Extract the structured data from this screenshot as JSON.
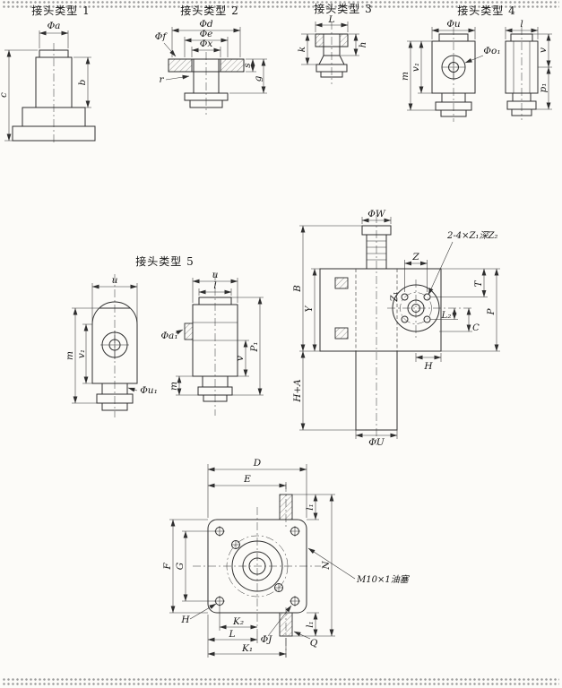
{
  "joint1": {
    "title": "接头类型 1",
    "dim_phi_a": "Φa",
    "dim_b": "b",
    "dim_c": "c"
  },
  "joint2": {
    "title": "接头类型 2",
    "dim_phi_d": "Φd",
    "dim_phi_e": "Φe",
    "dim_phi_x": "Φx",
    "dim_phi_f": "Φf",
    "dim_r": "r",
    "dim_s": "s",
    "dim_g": "g"
  },
  "joint3": {
    "title": "接头类型 3",
    "dim_l": "L",
    "dim_h": "h",
    "dim_k": "k"
  },
  "joint4": {
    "title": "接头类型 4",
    "dim_phi_u": "Φu",
    "dim_m": "m",
    "dim_v1": "v₁",
    "dim_phi_o1": "Φo₁",
    "dim_l": "l",
    "dim_v": "v",
    "dim_p1": "p₁"
  },
  "joint5": {
    "title": "接头类型 5",
    "left": {
      "dim_u": "u",
      "dim_m": "m",
      "dim_v1": "v₁",
      "dim_phi_u1": "Φu₁"
    },
    "right": {
      "dim_u": "u",
      "dim_l": "l",
      "dim_phi_a1": "Φa₁",
      "dim_v": "v",
      "dim_p1": "P₁",
      "dim_m": "m"
    }
  },
  "assembly": {
    "dim_phi_w": "ΦW",
    "dim_b": "B",
    "dim_y": "Y",
    "dim_h_plus_a": "H+A",
    "dim_phi_u": "ΦU",
    "dim_z": "Z",
    "dim_z1": "Z₁",
    "callout_holes": "2-4×Z₁深Z₂",
    "dim_p": "P",
    "dim_t": "T",
    "dim_l2": "L₂",
    "dim_c": "C",
    "dim_h": "H"
  },
  "flange": {
    "dim_d": "D",
    "dim_e": "E",
    "dim_l1_top": "l₁",
    "dim_f": "F",
    "dim_g": "G",
    "dim_h": "H",
    "dim_k2": "K₂",
    "dim_l": "L",
    "dim_phi_j": "ΦJ",
    "dim_q": "Q",
    "dim_k1": "K₁",
    "dim_l1_bottom": "l₁",
    "dim_n": "N",
    "callout_oil_plug": "M10×1油塞"
  }
}
